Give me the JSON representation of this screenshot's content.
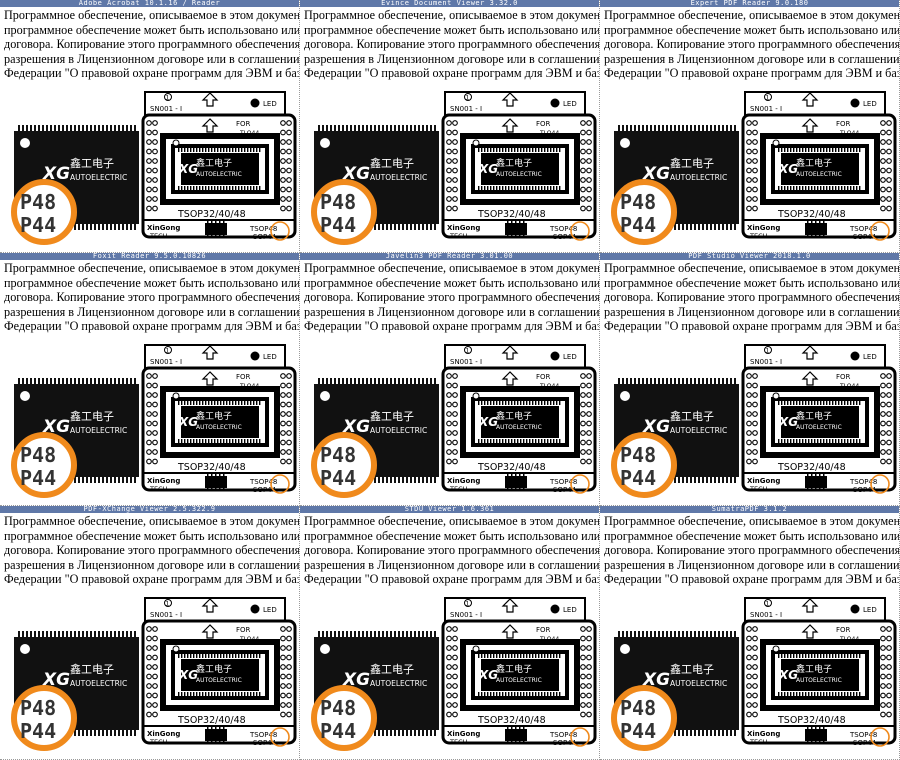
{
  "viewers": [
    {
      "title": "Adobe Acrobat 10.1.16 / Reader"
    },
    {
      "title": "Evince Document Viewer 3.32.0"
    },
    {
      "title": "Expert PDF Reader 9.0.180"
    },
    {
      "title": "Foxit Reader 9.5.0.10826"
    },
    {
      "title": "Javelin3 PDF Reader 3.01.00"
    },
    {
      "title": "PDF Studio Viewer 2018.1.0"
    },
    {
      "title": "PDF-XChange Viewer 2.5.322.9"
    },
    {
      "title": "STDU Viewer 1.6.361"
    },
    {
      "title": "SumatraPDF 3.1.2"
    }
  ],
  "document": {
    "lines": [
      "Программное обеспечение, описываемое в этом документе,",
      "программное обеспечение может быть использовано или ск",
      "договора. Копирование этого программного обеспечения н",
      "разрешения в Лицензионном договоре или в соглашении о",
      "Федерации \"О правовой охране программ для ЭВМ и баз дан"
    ]
  },
  "figure": {
    "chip_brand": "XG",
    "chip_chinese": "鑫工电子",
    "chip_company": "AUTOELECTRIC",
    "board_id": "SN001 - I",
    "led_label": "LED",
    "for_label": "FOR",
    "tlo_label": "TLO44",
    "socket_label": "TSOP32/40/48",
    "maker_line1": "XinGong",
    "maker_line2": "TECH.",
    "pkg_line1": "TSOP48",
    "pkg_line2": "SOP44",
    "circle_line1": "P48",
    "circle_line2": "P44",
    "circle_color": "#f08a1c"
  }
}
